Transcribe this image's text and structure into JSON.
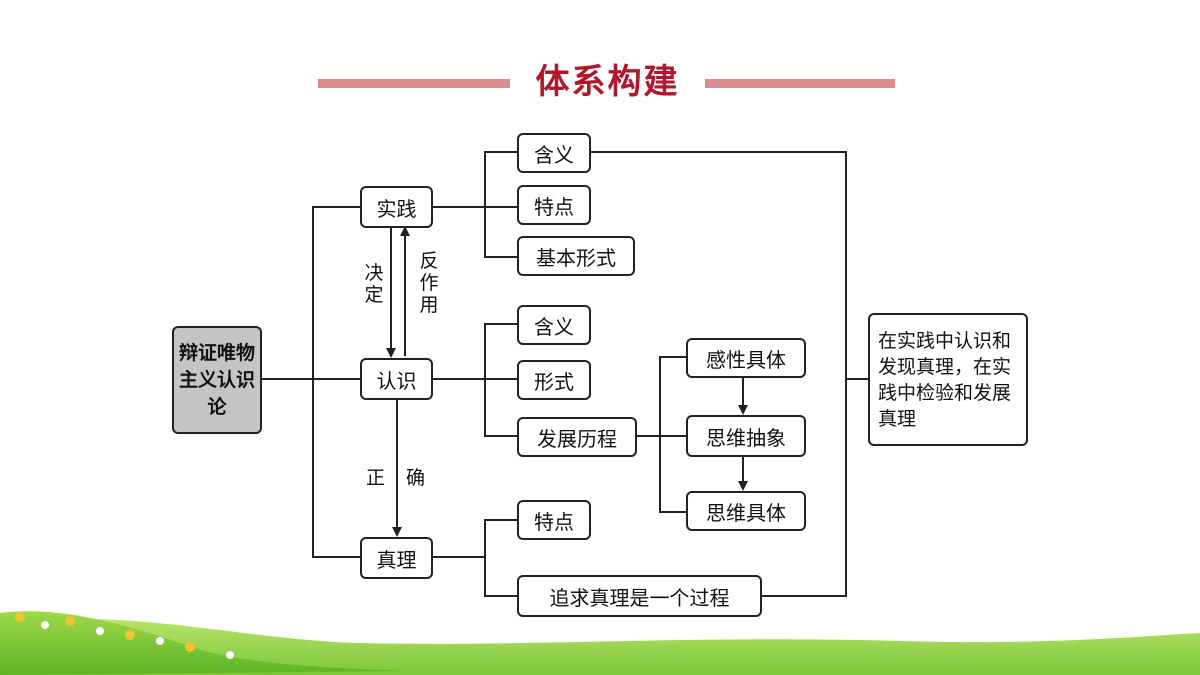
{
  "title": "体系构建",
  "root": "辩证唯物主义认识论",
  "nodes": {
    "practice": "实践",
    "cognition": "认识",
    "truth": "真理"
  },
  "practice_children": [
    "含义",
    "特点",
    "基本形式"
  ],
  "cognition_children": [
    "含义",
    "形式",
    "发展历程"
  ],
  "development_stages": [
    "感性具体",
    "思维抽象",
    "思维具体"
  ],
  "truth_children": [
    "特点",
    "追求真理是一个过程"
  ],
  "edge_labels": {
    "determines": "决定",
    "reacts": "反作用",
    "correct_left": "正",
    "correct_right": "确"
  },
  "summary": "在实践中认识和发现真理，在实践中检验和发展真理",
  "colors": {
    "title": "#b3152b",
    "title_bars": "#d98d8d",
    "root_fill": "#c4c4c4"
  }
}
